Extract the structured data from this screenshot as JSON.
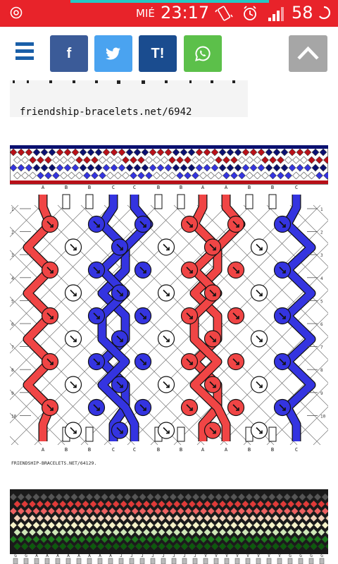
{
  "status_bar": {
    "day": "MIÉ",
    "time": "23:17",
    "battery": "58"
  },
  "toolbar": {
    "facebook_label": "f",
    "tumblr_label": "T!"
  },
  "content": {
    "caption_url": "friendship-bracelets.net/6942",
    "pattern_caption": "FRIENDSHIP-BRACELETS.NET/64129.",
    "string_labels_top": [
      "A",
      "B",
      "B",
      "C",
      "C",
      "B",
      "B",
      "A",
      "A",
      "B",
      "B",
      "C"
    ],
    "string_labels_bottom": [
      "A",
      "B",
      "B",
      "C",
      "C",
      "B",
      "B",
      "A",
      "A",
      "B",
      "B",
      "C"
    ],
    "row_numbers": [
      "1",
      "2",
      "3",
      "4",
      "5",
      "6",
      "7",
      "8",
      "9",
      "10"
    ],
    "colors": {
      "red": "#f04545",
      "blue": "#3434e0",
      "dark_red": "#b81018",
      "navy": "#0a1070"
    },
    "second_pattern_labels": [
      "G",
      "G",
      "A",
      "A",
      "A",
      "A",
      "A",
      "A",
      "A",
      "A",
      "J",
      "J",
      "J",
      "J",
      "J",
      "J",
      "J",
      "J",
      "V",
      "V",
      "V",
      "V",
      "V",
      "V",
      "V",
      "V",
      "G",
      "G",
      "G",
      "G"
    ]
  }
}
